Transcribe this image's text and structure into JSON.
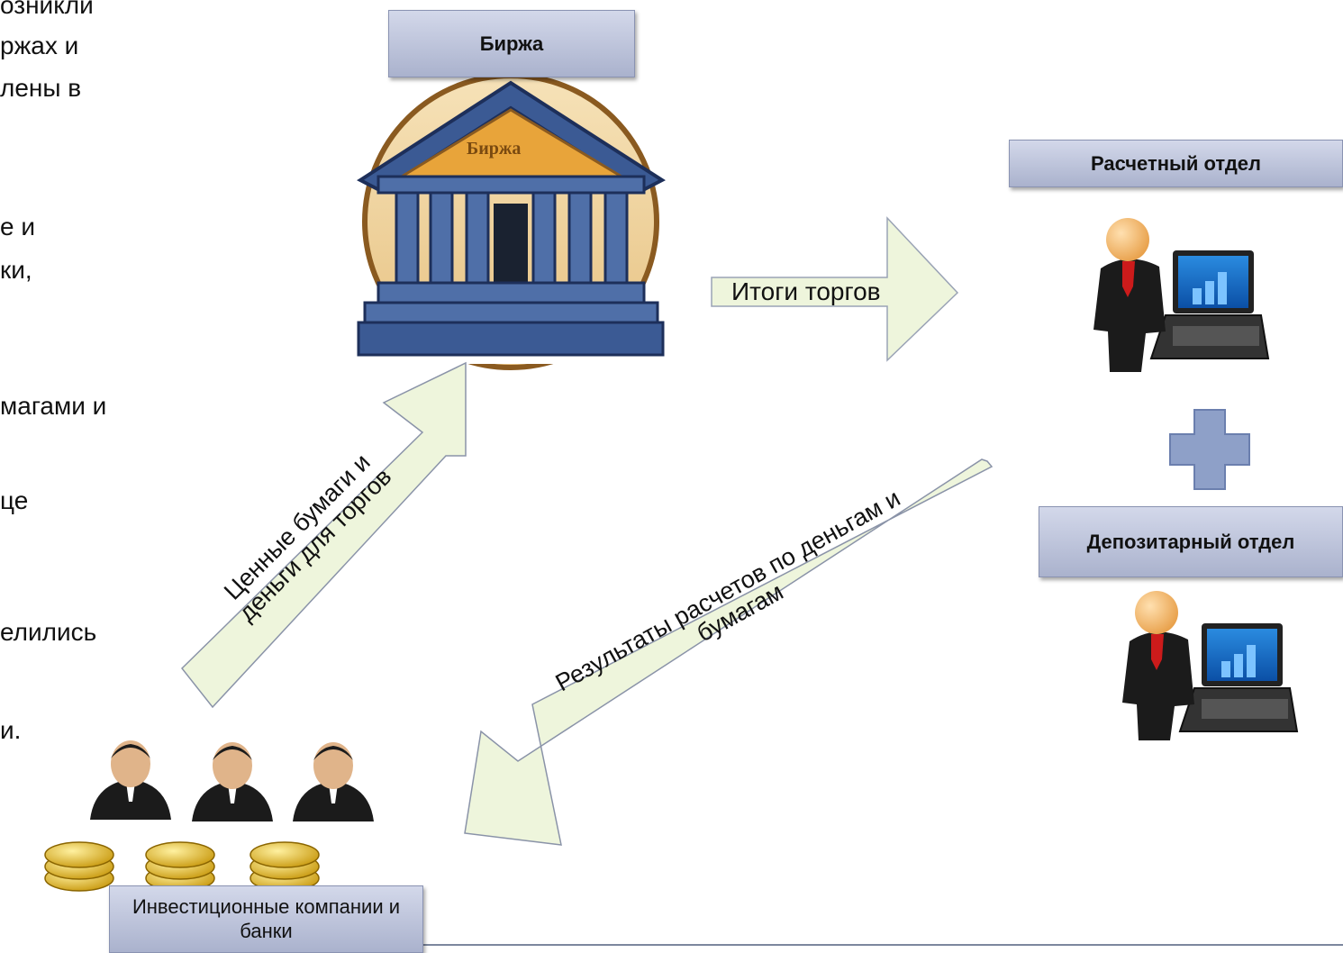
{
  "left_text_fragments": [
    "озникли",
    "ржах и",
    "лены в",
    "е и",
    "ки,",
    "магами и",
    "це",
    "елились",
    "и."
  ],
  "boxes": {
    "exchange": "Биржа",
    "settlement": "Расчетный отдел",
    "depository": "Депозитарный отдел",
    "investors": "Инвестиционные компании и банки"
  },
  "building_sign": "Биржа",
  "arrows": {
    "trade_results": "Итоги торгов",
    "securities_money": "Ценные бумаги и деньги для торгов",
    "settlement_results": "Результаты расчетов по деньгам и бумагам"
  },
  "colors": {
    "box_top": "#d3d8ea",
    "box_bottom": "#aab2cd",
    "arrow_fill": "#eef5dc",
    "plus": "#8ea0c8",
    "building": "#4f6fa8",
    "roof": "#e8a43a"
  }
}
